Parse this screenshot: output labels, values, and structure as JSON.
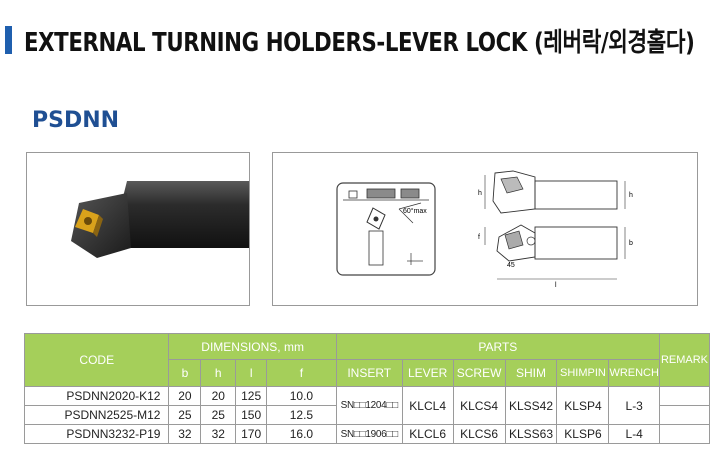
{
  "header": {
    "title": "EXTERNAL TURNING HOLDERS-LEVER LOCK (레버락/외경홀다)",
    "model": "PSDNN"
  },
  "drawing": {
    "angle_label": "60°max",
    "dim_h": "h",
    "dim_f": "f",
    "dim_b": "b",
    "dim_l": "l",
    "angle_45": "45"
  },
  "table": {
    "headers": {
      "code": "CODE",
      "dimensions": "DIMENSIONS, mm",
      "parts": "PARTS",
      "remark": "REMARK",
      "b": "b",
      "h": "h",
      "l": "l",
      "f": "f",
      "insert": "INSERT",
      "lever": "LEVER",
      "screw": "SCREW",
      "shim": "SHIM",
      "shimpin": "SHIMPIN",
      "wrench": "WRENCH"
    },
    "rows": [
      {
        "code": "PSDNN2020-K12",
        "b": "20",
        "h": "20",
        "l": "125",
        "f": "10.0"
      },
      {
        "code": "PSDNN2525-M12",
        "b": "25",
        "h": "25",
        "l": "150",
        "f": "12.5"
      },
      {
        "code": "PSDNN3232-P19",
        "b": "32",
        "h": "32",
        "l": "170",
        "f": "16.0"
      }
    ],
    "parts": [
      {
        "insert": "SN□□1204□□",
        "lever": "KLCL4",
        "screw": "KLCS4",
        "shim": "KLSS42",
        "shimpin": "KLSP4",
        "wrench": "L-3"
      },
      {
        "insert": "SN□□1906□□",
        "lever": "KLCL6",
        "screw": "KLCS6",
        "shim": "KLSS63",
        "shimpin": "KLSP6",
        "wrench": "L-4"
      }
    ]
  }
}
